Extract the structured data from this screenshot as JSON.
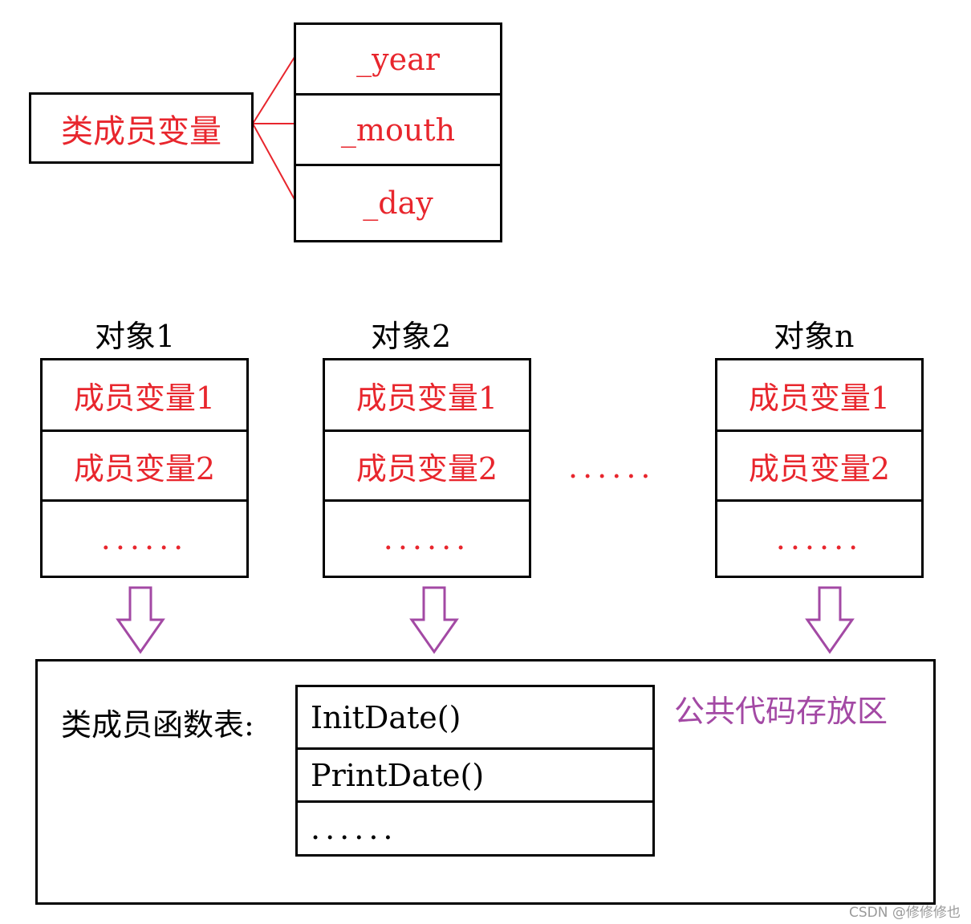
{
  "class_members": {
    "label": "类成员变量",
    "fields": [
      "_year",
      "_mouth",
      "_day"
    ]
  },
  "objects": [
    {
      "title": "对象1",
      "rows": [
        "成员变量1",
        "成员变量2",
        "......"
      ]
    },
    {
      "title": "对象2",
      "rows": [
        "成员变量1",
        "成员变量2",
        "......"
      ]
    },
    {
      "title": "对象n",
      "rows": [
        "成员变量1",
        "成员变量2",
        "......"
      ]
    }
  ],
  "between_objects_ellipsis": "......",
  "public_area": {
    "label": "公共代码存放区",
    "table_label": "类成员函数表:",
    "functions": [
      "InitDate()",
      "PrintDate()",
      "......"
    ]
  },
  "watermark": "CSDN @修修修也",
  "colors": {
    "member_text": "#e8262d",
    "arrow": "#a349a4",
    "area_label": "#a349a4",
    "border": "#000000"
  }
}
